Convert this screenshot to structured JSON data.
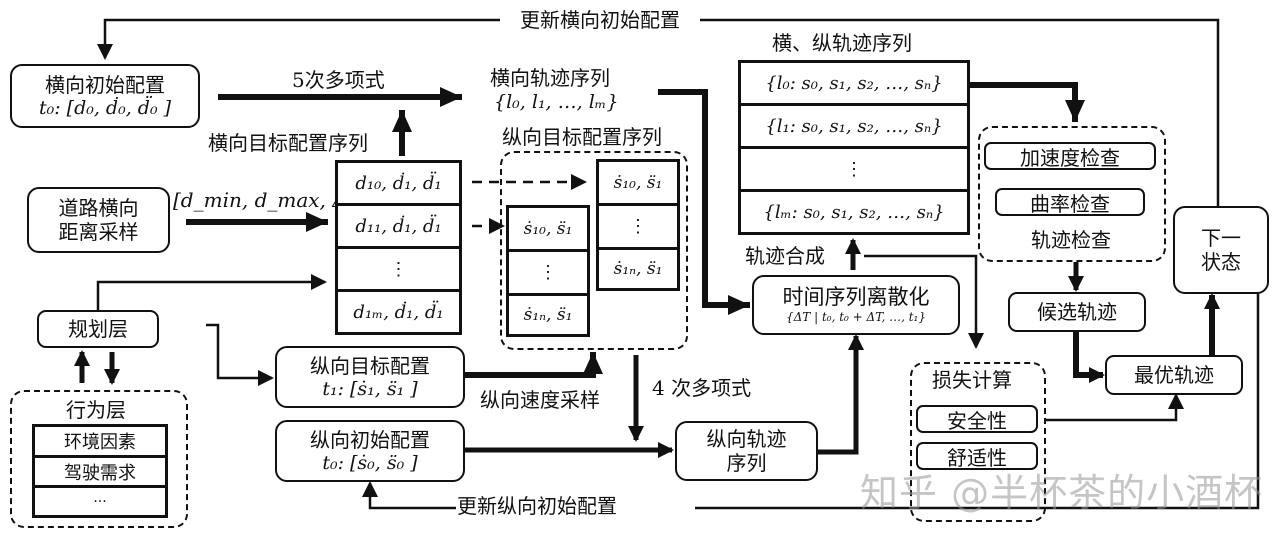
{
  "title": "横纵向轨迹规划流程图",
  "edges": {
    "update_lateral": "更新横向初始配置",
    "update_longitudinal": "更新纵向初始配置",
    "quintic": "5次多项式",
    "quartic": "4 次多项式",
    "lateral_target_seq": "横向目标配置序列",
    "lateral_range": "[d_min, d_max, Δd ]",
    "lon_speed_sampling": "纵向速度采样",
    "traj_synthesis": "轨迹合成"
  },
  "nodes": {
    "lateral_initial": {
      "title": "横向初始配置",
      "formula": "t₀: [d₀, ḋ₀, d̈₀ ]"
    },
    "road_sampling": {
      "line1": "道路横向",
      "line2": "距离采样"
    },
    "planning_layer": {
      "label": "规划层"
    },
    "behavior_layer": {
      "title": "行为层",
      "items": [
        "环境因素",
        "驾驶需求",
        "···"
      ]
    },
    "lon_target": {
      "title": "纵向目标配置",
      "formula": "t₁: [ṡ₁, s̈₁ ]"
    },
    "lon_initial": {
      "title": "纵向初始配置",
      "formula": "t₀: [ṡ₀, s̈₀ ]"
    },
    "lateral_traj_seq": {
      "title": "横向轨迹序列",
      "formula": "{l₀, l₁, …, lₘ}"
    },
    "lateral_target_table": {
      "rows": [
        "d₁₀, ḋ₁, d̈₁",
        "d₁₁, ḋ₁, d̈₁",
        "⋮",
        "d₁ₘ, ḋ₁, d̈₁"
      ]
    },
    "lon_target_seq": {
      "title": "纵向目标配置序列",
      "table_a": [
        "ṡ₁₀, s̈₁",
        "⋮",
        "ṡ₁ₙ, s̈₁"
      ],
      "table_b": [
        "ṡ₁₀, s̈₁",
        "⋮",
        "ṡ₁ₙ, s̈₁"
      ]
    },
    "lon_traj_seq": {
      "line1": "纵向轨迹",
      "line2": "序列"
    },
    "time_discretize": {
      "title": "时间序列离散化",
      "formula": "{ΔT | t₀, t₀ + ΔT, …, t₁}"
    },
    "combined_seq": {
      "title": "横、纵轨迹序列",
      "rows": [
        "{l₀: s₀, s₁, s₂, …, sₙ}",
        "{l₁: s₀, s₁, s₂, …, sₙ}",
        "⋮",
        "{lₘ: s₀, s₁, s₂, …, sₙ}"
      ]
    },
    "traj_check": {
      "title": "轨迹检查",
      "items": [
        "加速度检查",
        "曲率检查"
      ]
    },
    "candidate": {
      "label": "候选轨迹"
    },
    "loss": {
      "title": "损失计算",
      "items": [
        "安全性",
        "舒适性"
      ]
    },
    "optimal": {
      "label": "最优轨迹"
    },
    "next_state": {
      "line1": "下一",
      "line2": "状态"
    }
  },
  "watermark": "知乎 @半杯茶的小酒杯"
}
